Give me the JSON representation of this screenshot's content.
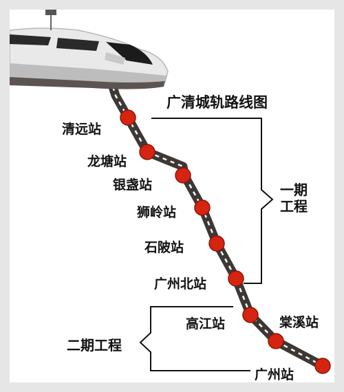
{
  "title": "广清城轨路线图",
  "phase_one_label": "一期\n工程",
  "phase_two_label": "二期工程",
  "colors": {
    "station": "#d62410",
    "station_ring": "#8a1508",
    "track": "#3d3836",
    "track_dash": "#ffffff",
    "bracket": "#111111"
  },
  "icons": [
    "high-speed-train-icon"
  ],
  "stations": [
    {
      "id": "qingyuan",
      "name": "清远站"
    },
    {
      "id": "longtang",
      "name": "龙塘站"
    },
    {
      "id": "yinzhan",
      "name": "银盏站"
    },
    {
      "id": "shiling",
      "name": "狮岭站"
    },
    {
      "id": "shiqiao",
      "name": "石陂站"
    },
    {
      "id": "guangzhoubei",
      "name": "广州北站"
    },
    {
      "id": "gaojiang",
      "name": "高江站"
    },
    {
      "id": "tangxi",
      "name": "棠溪站"
    },
    {
      "id": "guangzhou",
      "name": "广州站"
    }
  ]
}
